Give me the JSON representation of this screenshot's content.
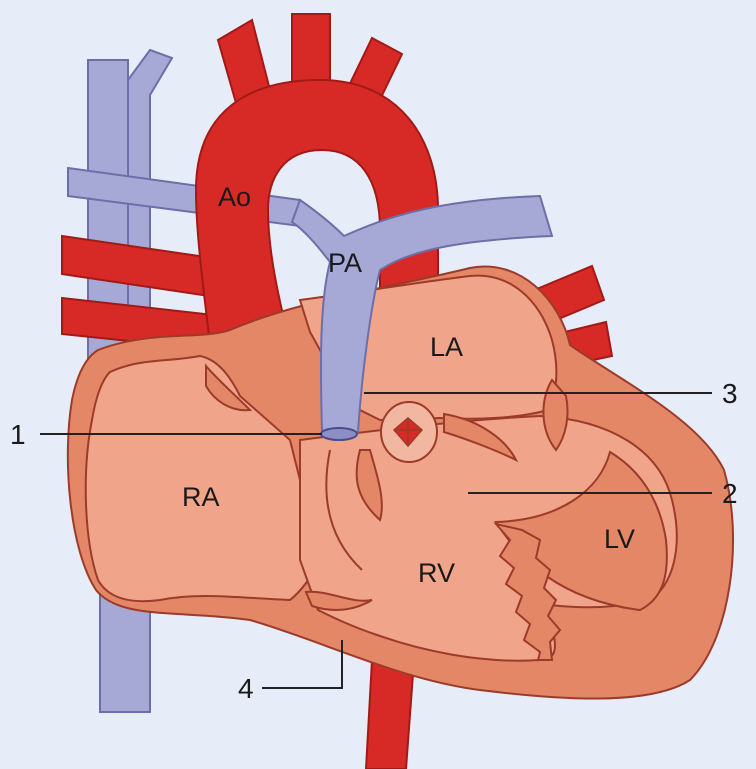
{
  "labels": {
    "ao": "Ao",
    "pa": "PA",
    "la": "LA",
    "ra": "RA",
    "rv": "RV",
    "lv": "LV"
  },
  "callouts": {
    "c1": "1",
    "c2": "2",
    "c3": "3",
    "c4": "4"
  },
  "colors": {
    "background": "#e6ecf8",
    "artery": "#d72a26",
    "vein": "#a6a8d6",
    "heart_outer": "#e48766",
    "heart_inner": "#f0a48a",
    "outline": "#9c3b2a"
  }
}
